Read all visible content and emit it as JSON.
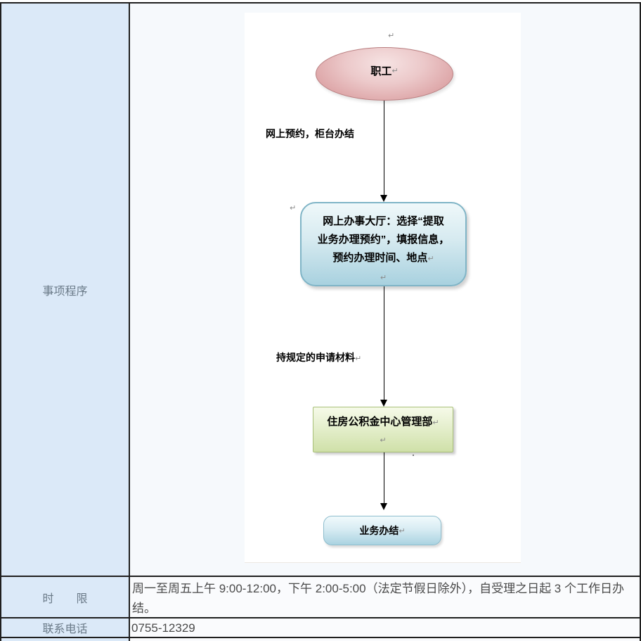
{
  "table": {
    "procedure_label": "事项程序",
    "time_label": "时　　限",
    "time_value": "周一至周五上午 9:00-12:00，下午 2:00-5:00（法定节假日除外），自受理之日起 3 个工作日办结。",
    "contact_label": "联系电话",
    "contact_value": "0755-12329"
  },
  "flowchart": {
    "pilcrow": "↵",
    "start_node": "职工",
    "edge1_label": "网上预约，柜台办结",
    "hall_line1": "网上办事大厅：选择“提取",
    "hall_line2": "业务办理预约”，填报信息，",
    "hall_line3": "预约办理时间、地点",
    "edge2_label": "持规定的申请材料",
    "dept_node": "住房公积金中心管理部",
    "end_node": "业务办结"
  },
  "colors": {
    "left_cell_bg": "#dbe9f8",
    "right_cell_bg": "#fafbfd",
    "table_border": "#1f1f1f",
    "ellipse_fill": "#e5b7b9",
    "ellipse_border": "#b97f81",
    "hall_box_border": "#7fb4c6",
    "dept_box_border": "#a8bf78",
    "end_box_border": "#8ebdcd",
    "label_text": "#6a7a88",
    "body_text": "#4a4a4a",
    "pilcrow": "#8a8a8a"
  }
}
